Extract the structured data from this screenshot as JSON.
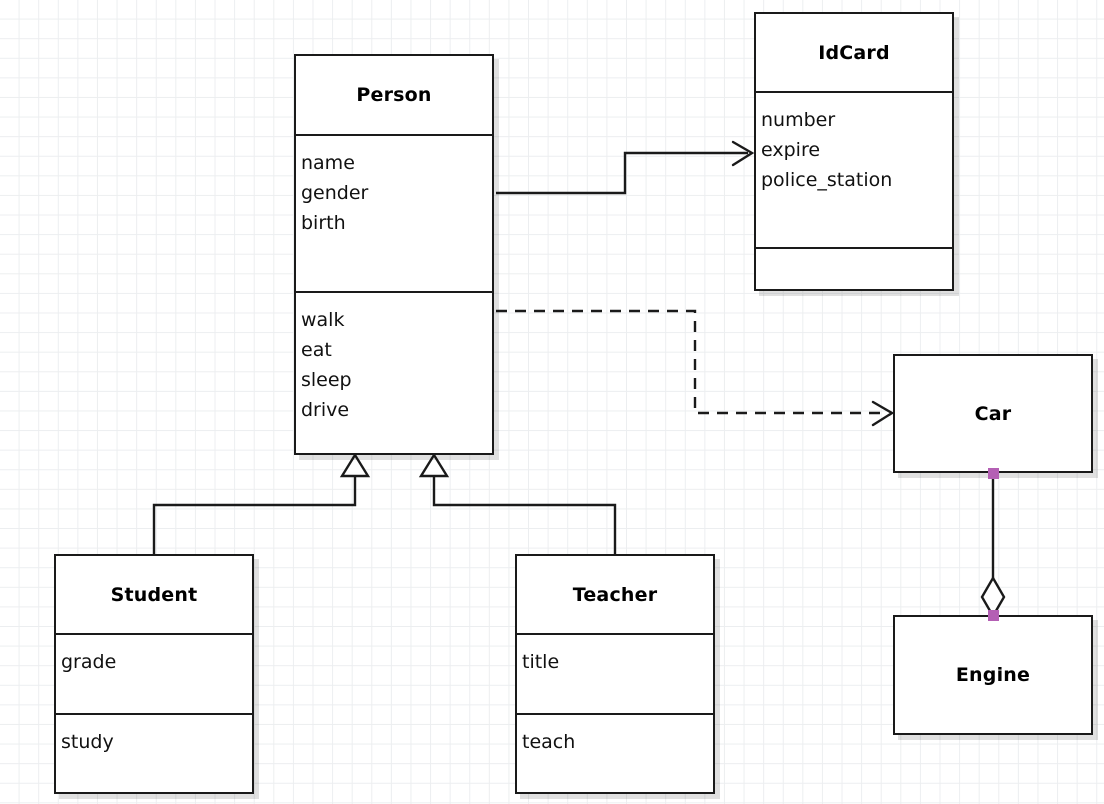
{
  "diagram": {
    "kind": "uml-class-diagram",
    "background": "#ffffff",
    "grid_color": "#eceef0",
    "line_color": "#1a1a1a",
    "handle_color": "#b45fb4"
  },
  "classes": [
    {
      "id": "person",
      "name": "Person",
      "attributes": [
        "name",
        "gender",
        "birth"
      ],
      "operations": [
        "walk",
        "eat",
        "sleep",
        "drive"
      ]
    },
    {
      "id": "idcard",
      "name": "IdCard",
      "attributes": [
        "number",
        "expire",
        "police_station"
      ],
      "operations": []
    },
    {
      "id": "car",
      "name": "Car",
      "attributes": [],
      "operations": []
    },
    {
      "id": "engine",
      "name": "Engine",
      "attributes": [],
      "operations": []
    },
    {
      "id": "student",
      "name": "Student",
      "attributes": [
        "grade"
      ],
      "operations": [
        "study"
      ]
    },
    {
      "id": "teacher",
      "name": "Teacher",
      "attributes": [
        "title"
      ],
      "operations": [
        "teach"
      ]
    }
  ],
  "relationships": [
    {
      "id": "person-idcard",
      "type": "association",
      "style": "solid",
      "from": "Person",
      "to": "IdCard",
      "arrow": "open-arrow"
    },
    {
      "id": "person-car",
      "type": "dependency",
      "style": "dashed",
      "from": "Person",
      "to": "Car",
      "arrow": "open-arrow"
    },
    {
      "id": "student-person",
      "type": "generalization",
      "style": "solid",
      "from": "Student",
      "to": "Person",
      "arrow": "hollow-triangle"
    },
    {
      "id": "teacher-person",
      "type": "generalization",
      "style": "solid",
      "from": "Teacher",
      "to": "Person",
      "arrow": "hollow-triangle"
    },
    {
      "id": "car-engine",
      "type": "aggregation",
      "style": "solid",
      "from": "Car",
      "to": "Engine",
      "arrow": "hollow-diamond",
      "selected": true
    }
  ]
}
